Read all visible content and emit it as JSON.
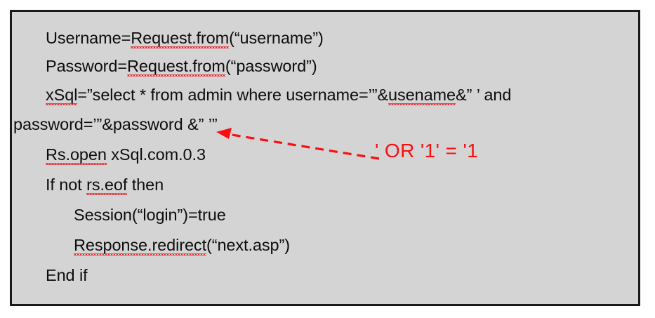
{
  "panel": {
    "background_color": "#d4d4d4",
    "border_color": "#1a1a1a",
    "text_color": "#0d0d0d"
  },
  "code": {
    "language_hint": "ASP / VBScript",
    "lines": [
      {
        "id": "line-1",
        "indent": 1,
        "text": "Username=Request.from(“username”)"
      },
      {
        "id": "line-2",
        "indent": 1,
        "text": "Password=Request.from(“password”)"
      },
      {
        "id": "line-3",
        "indent": 1,
        "text": "xSql=”select * from admin where username=’”&usename&” ’ and"
      },
      {
        "id": "line-4",
        "indent": 0,
        "text": "password=’”&password &” ’”"
      },
      {
        "id": "line-5",
        "indent": 1,
        "text": "Rs.open xSql.com.0.3"
      },
      {
        "id": "line-6",
        "indent": 1,
        "text": "If not rs.eof then"
      },
      {
        "id": "line-7",
        "indent": 2,
        "text": "Session(“login”)=true"
      },
      {
        "id": "line-8",
        "indent": 2,
        "text": "Response.redirect(“next.asp”)"
      },
      {
        "id": "line-9",
        "indent": 1,
        "text": "End if"
      }
    ]
  },
  "annotation": {
    "text": "' OR '1' = '1",
    "color": "#fc0d10",
    "arrow_style": "dashed-with-arrowhead",
    "arrow_points_to": "line-4"
  }
}
